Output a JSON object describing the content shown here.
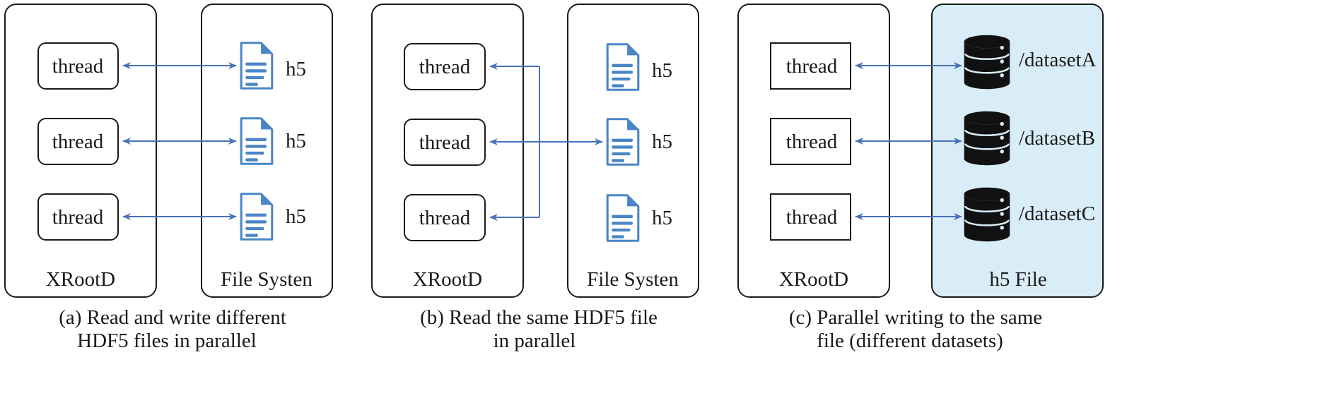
{
  "accent_color": "#4a72b8",
  "h5_panel_color": "#d9edf8",
  "panels": {
    "a": {
      "left_label": "XRootD",
      "right_label": "File Systen",
      "threads": [
        "thread",
        "thread",
        "thread"
      ],
      "files": [
        "h5",
        "h5",
        "h5"
      ],
      "caption_line1": "(a) Read and write different",
      "caption_line2": "HDF5 files in parallel"
    },
    "b": {
      "left_label": "XRootD",
      "right_label": "File Systen",
      "threads": [
        "thread",
        "thread",
        "thread"
      ],
      "files": [
        "h5",
        "h5",
        "h5"
      ],
      "caption_line1": "(b) Read the same HDF5 file",
      "caption_line2": "in parallel"
    },
    "c": {
      "left_label": "XRootD",
      "right_label": "h5 File",
      "threads": [
        "thread",
        "thread",
        "thread"
      ],
      "datasets": [
        "/datasetA",
        "/datasetB",
        "/datasetC"
      ],
      "caption_line1": "(c) Parallel writing to the same",
      "caption_line2": "file (different datasets)"
    }
  },
  "icons": {
    "file": "document-icon",
    "dataset": "database-icon"
  }
}
